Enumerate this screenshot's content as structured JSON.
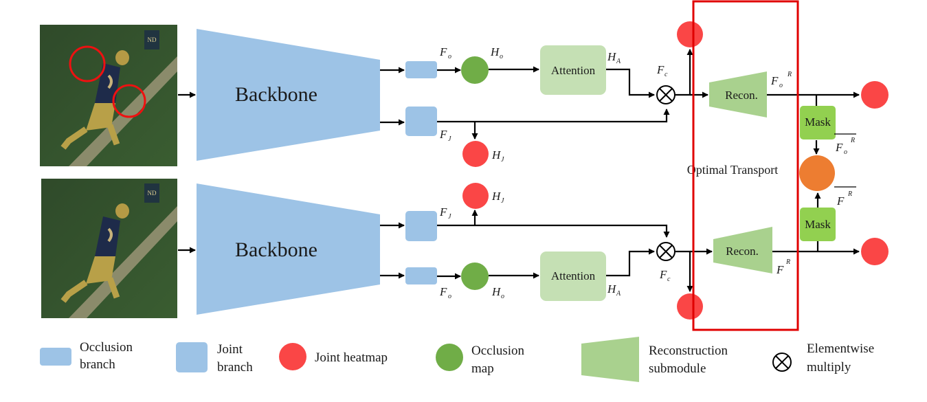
{
  "diagram": {
    "backbone_label": "Backbone",
    "attention_label": "Attention",
    "recon_label": "Recon.",
    "mask_label": "Mask",
    "ot_label": "Optimal Transport",
    "var_F": "F",
    "var_H": "H",
    "sub_o": "o",
    "sub_J": "J",
    "sub_A": "A",
    "sub_c": "c",
    "sup_R": "R"
  },
  "legend": {
    "occlusion_branch_l1": "Occlusion",
    "occlusion_branch_l2": "branch",
    "joint_branch_l1": "Joint",
    "joint_branch_l2": "branch",
    "joint_heatmap": "Joint heatmap",
    "occlusion_map_l1": "Occlusion",
    "occlusion_map_l2": "map",
    "recon_l1": "Reconstruction",
    "recon_l2": "submodule",
    "elementwise_l1": "Elementwise",
    "elementwise_l2": "multiply"
  },
  "colors": {
    "blue": "#9dc3e6",
    "green_light": "#c5e0b4",
    "green_trap": "#a9d18e",
    "green_mask": "#92d050",
    "green_dot": "#70ad47",
    "red_dot": "#fa4646",
    "orange_dot": "#ed7d31",
    "highlight_red": "#e00000"
  }
}
